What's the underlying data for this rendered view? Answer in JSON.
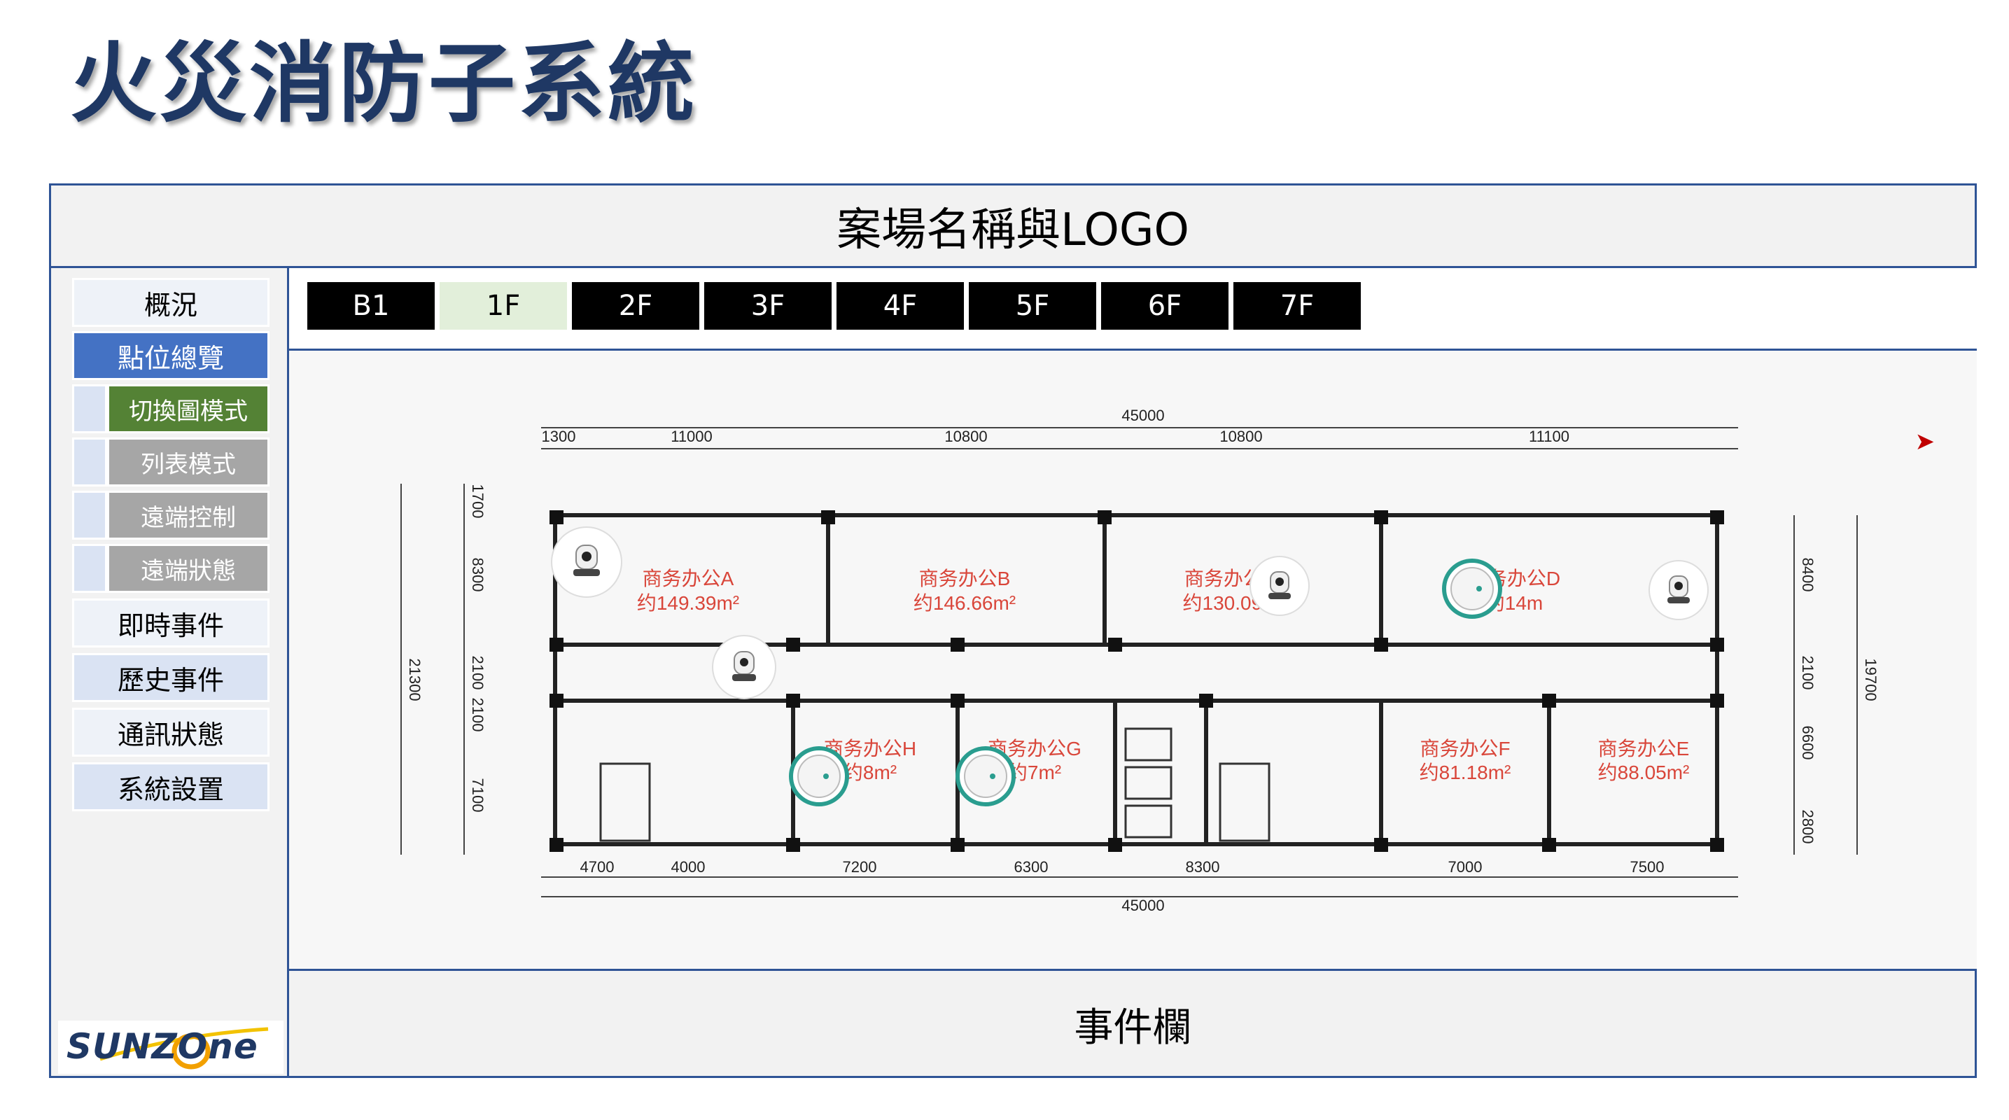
{
  "page_title": "火災消防子系統",
  "header": {
    "title": "案場名稱與LOGO"
  },
  "sidebar": {
    "items": [
      {
        "label": "概況"
      },
      {
        "label": "點位總覽"
      },
      {
        "label": "即時事件"
      },
      {
        "label": "歷史事件"
      },
      {
        "label": "通訊狀態"
      },
      {
        "label": "系統設置"
      }
    ],
    "subitems": [
      {
        "label": "切換圖模式"
      },
      {
        "label": "列表模式"
      },
      {
        "label": "遠端控制"
      },
      {
        "label": "遠端狀態"
      }
    ],
    "logo_text": "SUNZOne"
  },
  "floors": {
    "tabs": [
      "B1",
      "1F",
      "2F",
      "3F",
      "4F",
      "5F",
      "6F",
      "7F"
    ],
    "active": "1F"
  },
  "plan": {
    "dims_top": [
      "1300",
      "11000",
      "10800",
      "10800",
      "11100"
    ],
    "dims_total": "45000",
    "dims_bottom": [
      "4700",
      "4000",
      "7200",
      "6300",
      "8300",
      "7000",
      "7500"
    ],
    "dims_left": [
      "1700",
      "8300",
      "2100",
      "2100",
      "7100"
    ],
    "dims_left_total": "21300",
    "dims_right": [
      "8400",
      "2100",
      "6600",
      "2800"
    ],
    "dims_right_total": "19700",
    "rooms": [
      {
        "name": "商务办公A",
        "area": "约149.39m²"
      },
      {
        "name": "商务办公B",
        "area": "约146.66m²"
      },
      {
        "name": "商务办公C",
        "area": "约130.09m"
      },
      {
        "name": "商务办公D",
        "area": "约14m"
      },
      {
        "name": "商务办公H",
        "area": "约8m²"
      },
      {
        "name": "商务办公G",
        "area": "约7m²"
      },
      {
        "name": "商务办公F",
        "area": "约81.18m²"
      },
      {
        "name": "商务办公E",
        "area": "约88.05m²"
      }
    ]
  },
  "event_bar": {
    "label": "事件欄"
  },
  "colors": {
    "accent": "#2f5496",
    "active_nav": "#4472c4",
    "selected_sub": "#548235",
    "alarm": "#c00000"
  }
}
